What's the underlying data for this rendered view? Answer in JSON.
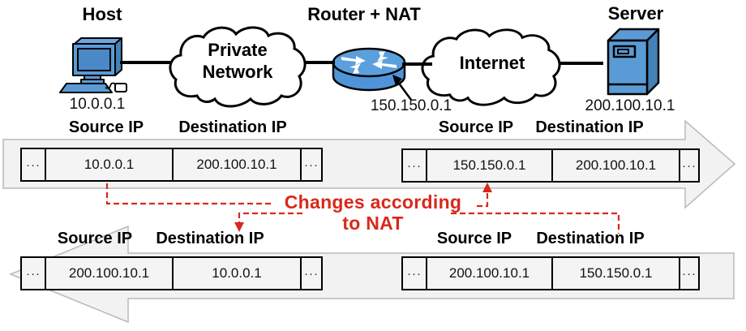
{
  "figure": {
    "topic": "NAT address translation"
  },
  "colors": {
    "icon_blue": "#5b9bd5",
    "icon_blue_dark": "#4382b8",
    "screen_blue": "#4a88c7",
    "red_accent": "#d8291b",
    "arrow_fill": "#f2f2f2",
    "arrow_stroke": "#b9b9b9"
  },
  "nodes": {
    "host": {
      "title": "Host",
      "ip": "10.0.0.1"
    },
    "private_network": {
      "line1": "Private",
      "line2": "Network"
    },
    "router": {
      "title": "Router + NAT",
      "ip": "150.150.0.1"
    },
    "internet": {
      "title": "Internet"
    },
    "server": {
      "title": "Server",
      "ip": "200.100.10.1"
    }
  },
  "field_labels": {
    "source": "Source IP",
    "destination": "Destination IP"
  },
  "ellipsis": "···",
  "packets": [
    {
      "name": "outbound-before-nat",
      "source_ip": "10.0.0.1",
      "destination_ip": "200.100.10.1"
    },
    {
      "name": "outbound-after-nat",
      "source_ip": "150.150.0.1",
      "destination_ip": "200.100.10.1"
    },
    {
      "name": "inbound-after-nat",
      "source_ip": "200.100.10.1",
      "destination_ip": "10.0.0.1"
    },
    {
      "name": "inbound-before-nat",
      "source_ip": "200.100.10.1",
      "destination_ip": "150.150.0.1"
    }
  ],
  "annotation": {
    "line1": "Changes according",
    "line2": "to NAT"
  }
}
